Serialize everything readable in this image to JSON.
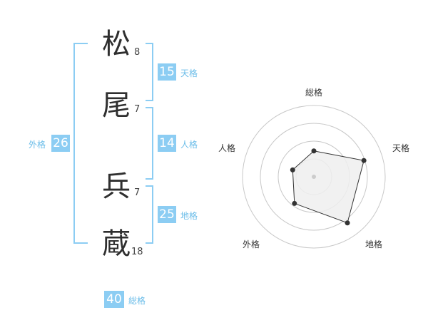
{
  "name": {
    "chars": [
      {
        "char": "松",
        "strokes": "8"
      },
      {
        "char": "尾",
        "strokes": "7"
      },
      {
        "char": "兵",
        "strokes": "7"
      },
      {
        "char": "蔵",
        "strokes": "18"
      }
    ]
  },
  "grids": {
    "tenkaku": {
      "value": "15",
      "label": "天格"
    },
    "jinkaku": {
      "value": "14",
      "label": "人格"
    },
    "chikaku": {
      "value": "25",
      "label": "地格"
    },
    "gaikaku": {
      "value": "26",
      "label": "外格"
    },
    "soukaku": {
      "value": "40",
      "label": "総格"
    }
  },
  "colors": {
    "accent": "#8ccdf3",
    "accent_text": "#6bbde9"
  },
  "chart_data": {
    "type": "radar",
    "axes": [
      "総格",
      "天格",
      "地格",
      "外格",
      "人格"
    ],
    "rmax": 4,
    "rings": 4,
    "values": [
      1.45,
      2.95,
      3.2,
      1.85,
      1.25
    ]
  }
}
